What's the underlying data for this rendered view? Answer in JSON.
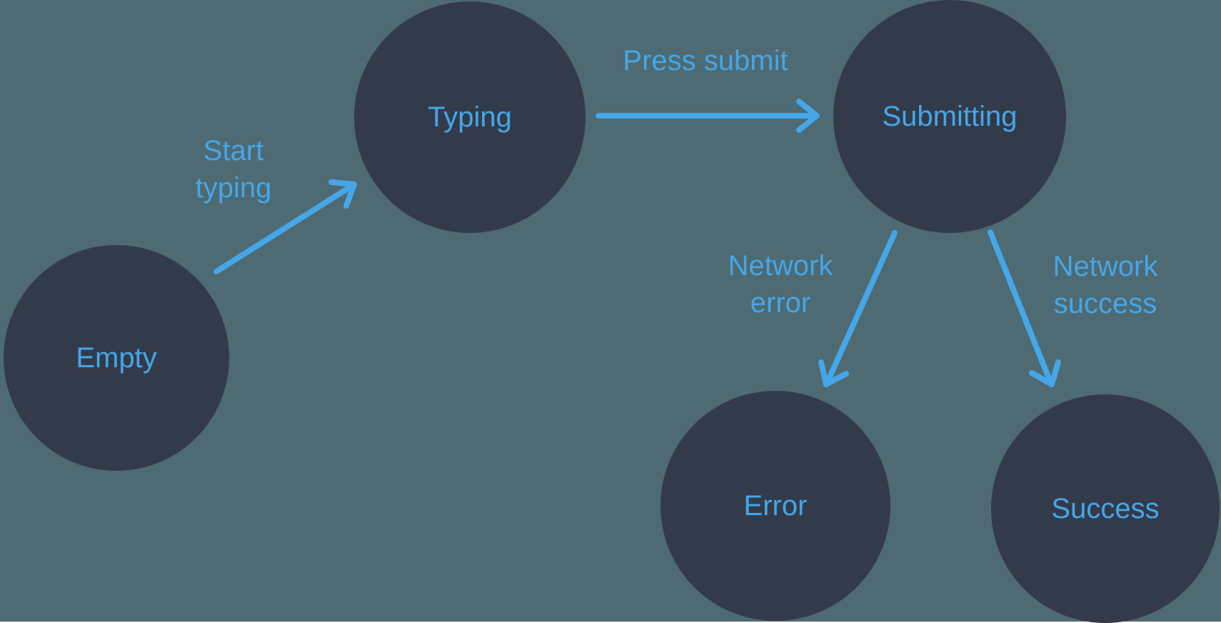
{
  "diagram": {
    "description": "Form submission state machine diagram",
    "colors": {
      "background": "#4E6A72",
      "node_fill": "#333B4B",
      "accent_blue": "#45A6E8"
    },
    "nodes": [
      {
        "id": "empty",
        "label": "Empty"
      },
      {
        "id": "typing",
        "label": "Typing"
      },
      {
        "id": "submitting",
        "label": "Submitting"
      },
      {
        "id": "error",
        "label": "Error"
      },
      {
        "id": "success",
        "label": "Success"
      }
    ],
    "edges": [
      {
        "from": "empty",
        "to": "typing",
        "label": "Start typing"
      },
      {
        "from": "typing",
        "to": "submitting",
        "label": "Press submit"
      },
      {
        "from": "submitting",
        "to": "error",
        "label": "Network error"
      },
      {
        "from": "submitting",
        "to": "success",
        "label": "Network success"
      }
    ]
  }
}
